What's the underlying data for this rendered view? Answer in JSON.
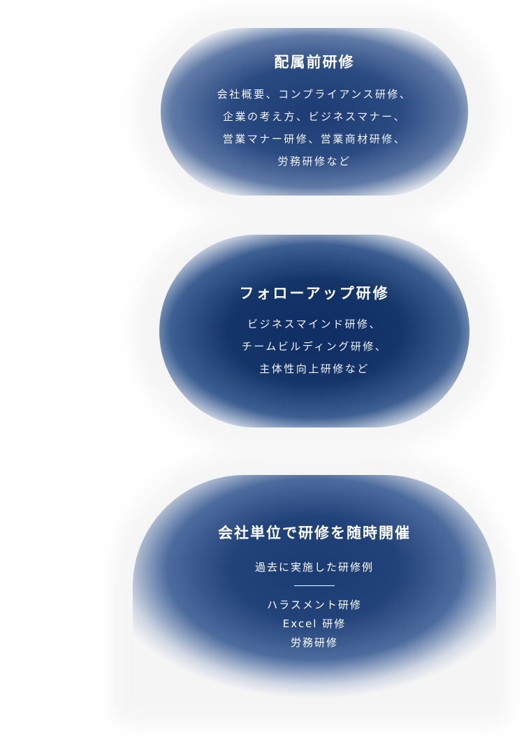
{
  "cards": [
    {
      "title": "配属前研修",
      "lines": [
        "会社概要、コンプライアンス研修、",
        "企業の考え方、ビジネスマナー、",
        "営業マナー研修、営業商材研修、",
        "労務研修など"
      ]
    },
    {
      "title": "フォローアップ研修",
      "lines": [
        "ビジネスマインド研修、",
        "チームビルディング研修、",
        "主体性向上研修など"
      ]
    },
    {
      "title": "会社単位で研修を随時開催",
      "subtitle": "過去に実施した研修例",
      "items": [
        "ハラスメント研修",
        "Excel 研修",
        "労務研修"
      ]
    }
  ],
  "colors": {
    "card_dark_navy": "#0f2e64",
    "card_navy": "#1d3c74",
    "text": "#ffffff"
  }
}
